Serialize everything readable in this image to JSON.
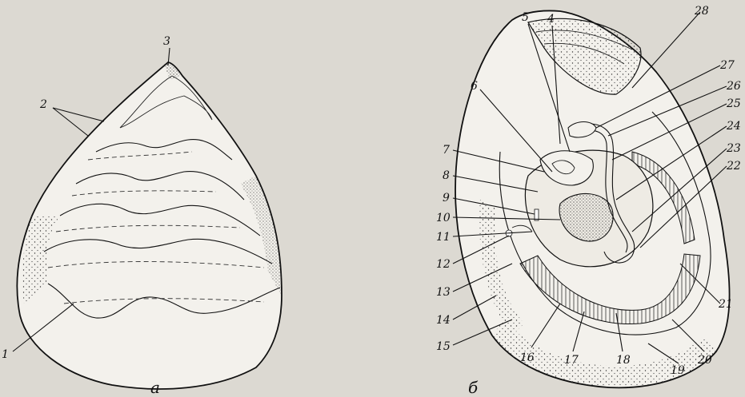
{
  "figure": {
    "panel_a_letter": "а",
    "panel_b_letter": "б",
    "panel_a_labels": [
      "1",
      "2",
      "3"
    ],
    "panel_b_labels": [
      "4",
      "5",
      "6",
      "7",
      "8",
      "9",
      "10",
      "11",
      "12",
      "13",
      "14",
      "15",
      "16",
      "17",
      "18",
      "19",
      "20",
      "21",
      "22",
      "23",
      "24",
      "25",
      "26",
      "27",
      "28"
    ]
  }
}
